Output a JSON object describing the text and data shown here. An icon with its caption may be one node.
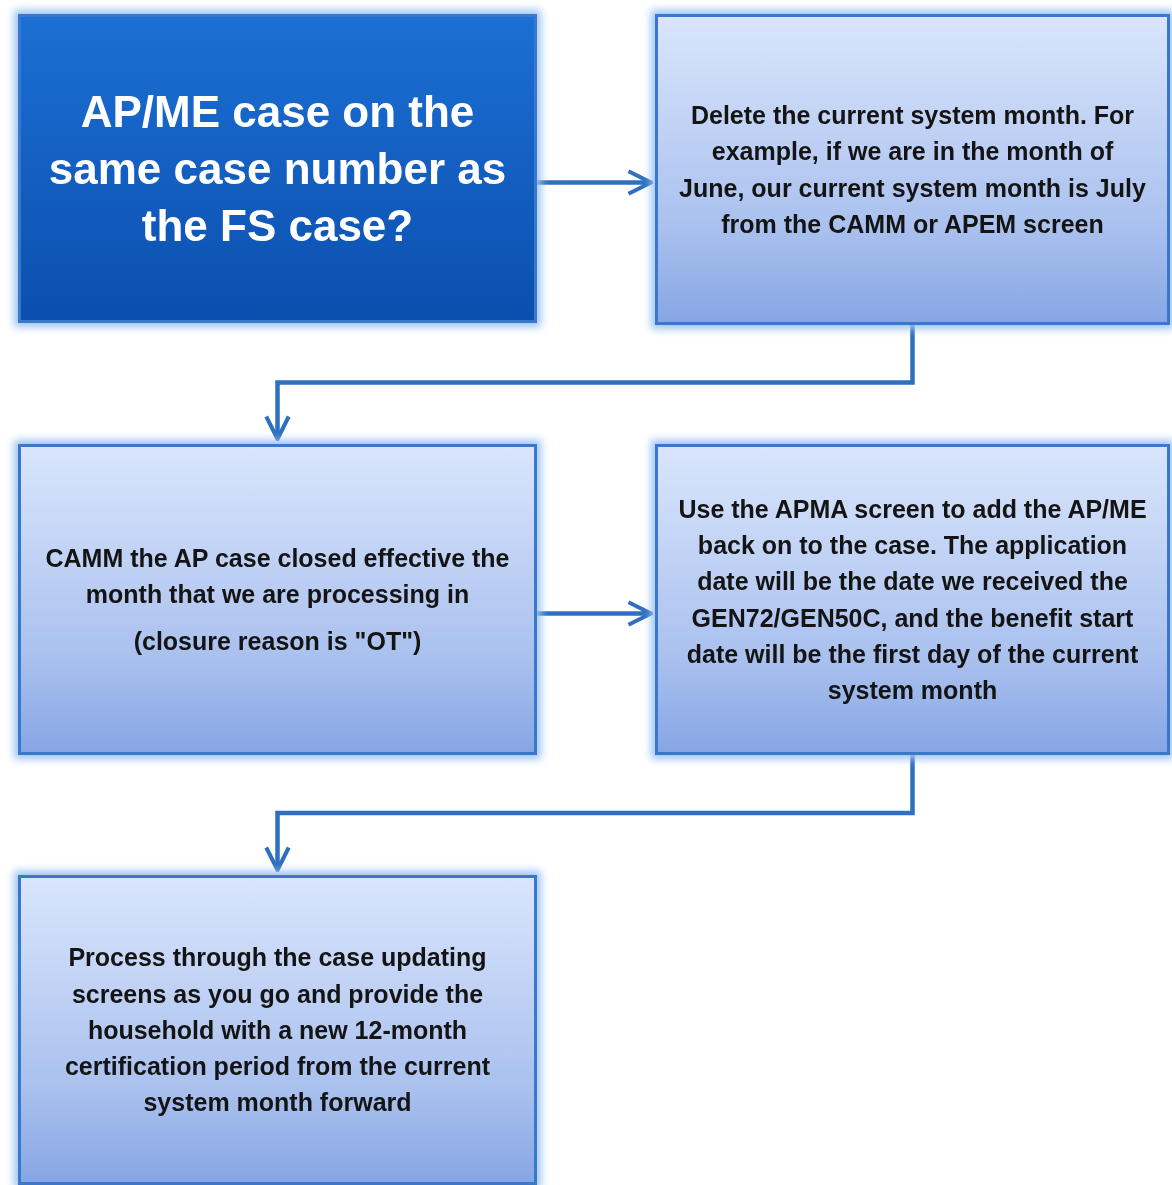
{
  "diagram": {
    "nodes": [
      {
        "text": [
          "AP/ME case on the same case number as the FS case?"
        ]
      },
      {
        "text": [
          "Delete the current system month. For example, if we are in the month of June, our current system month is July from the CAMM or APEM screen"
        ]
      },
      {
        "text": [
          "CAMM the AP case closed effective the month that we are processing in",
          "(closure reason is \"OT\")"
        ]
      },
      {
        "text": [
          "Use the APMA screen to add the AP/ME back on to the case. The application date will be the date we received the GEN72/GEN50C, and the benefit start date will be the first day of the current system month"
        ]
      },
      {
        "text": [
          "Process through the case updating screens as you go and provide the household with a new 12-month certification period from the current system month forward"
        ]
      }
    ],
    "edges": [
      {
        "from": 0,
        "to": 1,
        "arrow": "to"
      },
      {
        "from": 1,
        "to": 2,
        "arrow": "to"
      },
      {
        "from": 2,
        "to": 3,
        "arrow": "to"
      },
      {
        "from": 3,
        "to": 4,
        "arrow": "to"
      }
    ]
  }
}
